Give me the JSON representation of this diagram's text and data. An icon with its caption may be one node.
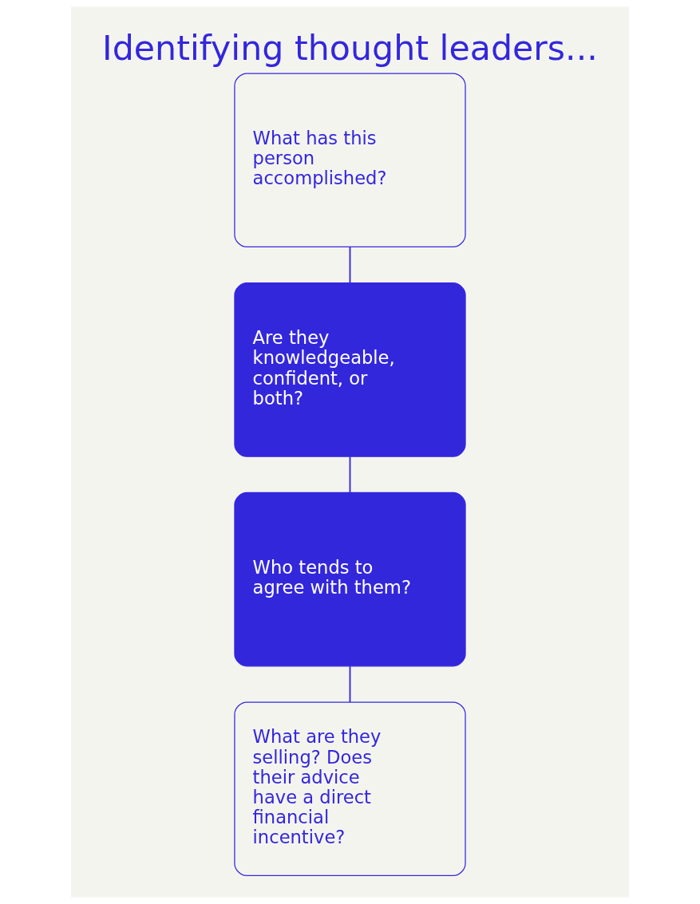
{
  "diagram": {
    "title": "Identifying thought leaders...",
    "nodes": [
      {
        "text": [
          "What has this person accomplished?"
        ]
      },
      {
        "text": [
          "Are they knowledgeable, confident, or both?"
        ]
      },
      {
        "text": [
          "Who tends to agree with them?"
        ]
      },
      {
        "text": [
          "What are they selling? Does their advice have a direct financial incentive?"
        ]
      }
    ],
    "edges": [
      {
        "from": 0,
        "to": 1,
        "arrow": "none"
      },
      {
        "from": 1,
        "to": 2,
        "arrow": "none"
      },
      {
        "from": 2,
        "to": 3,
        "arrow": "none"
      }
    ]
  }
}
